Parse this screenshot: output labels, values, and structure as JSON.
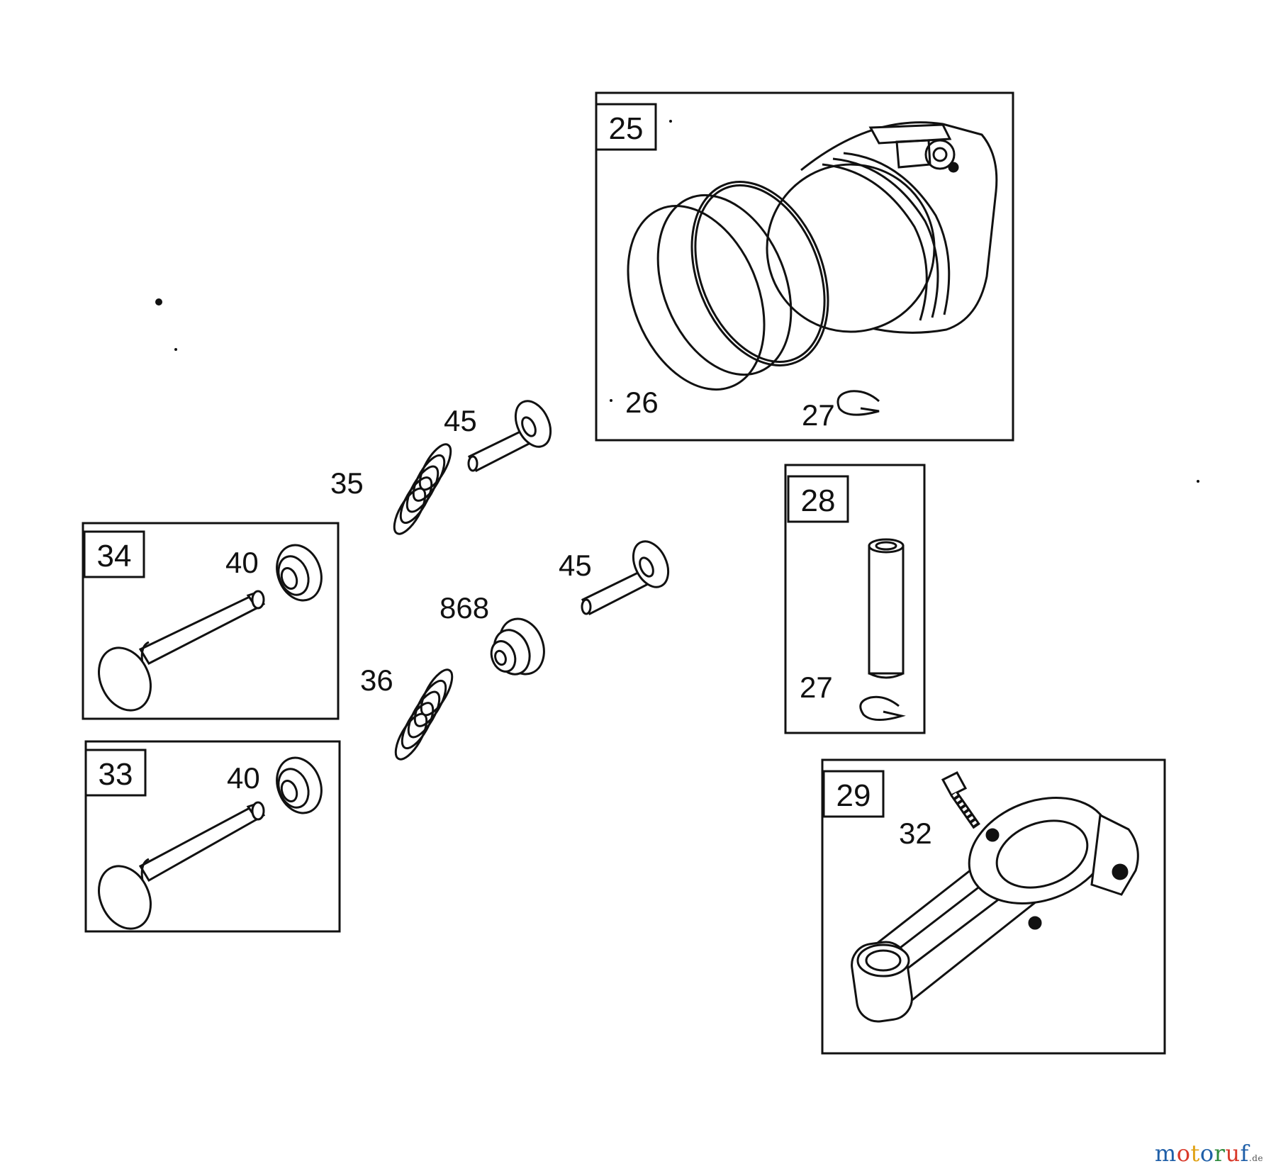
{
  "diagram": {
    "groups": [
      {
        "id": "25",
        "label": "25",
        "parts": [
          "26",
          "27"
        ]
      },
      {
        "id": "28",
        "label": "28",
        "parts": [
          "27"
        ]
      },
      {
        "id": "29",
        "label": "29",
        "parts": [
          "32"
        ]
      },
      {
        "id": "34",
        "label": "34",
        "parts": [
          "40"
        ]
      },
      {
        "id": "33",
        "label": "33",
        "parts": [
          "40"
        ]
      }
    ],
    "callouts": {
      "piston_rings": "26",
      "piston_clip": "27",
      "pin_clip": "27",
      "rod_bolt": "32",
      "valve_34_retainer": "40",
      "valve_33_retainer": "40",
      "tappet_upper": "45",
      "tappet_lower": "45",
      "spring_upper": "35",
      "spring_lower": "36",
      "seal": "868"
    }
  },
  "watermark": {
    "parts": [
      {
        "text": "m",
        "color": "#1f5fa8"
      },
      {
        "text": "o",
        "color": "#d93a2b"
      },
      {
        "text": "t",
        "color": "#e0a215"
      },
      {
        "text": "o",
        "color": "#1f5fa8"
      },
      {
        "text": "r",
        "color": "#2e8b3e"
      },
      {
        "text": "u",
        "color": "#d93a2b"
      },
      {
        "text": "f",
        "color": "#1f5fa8"
      }
    ],
    "tld": ".de"
  }
}
